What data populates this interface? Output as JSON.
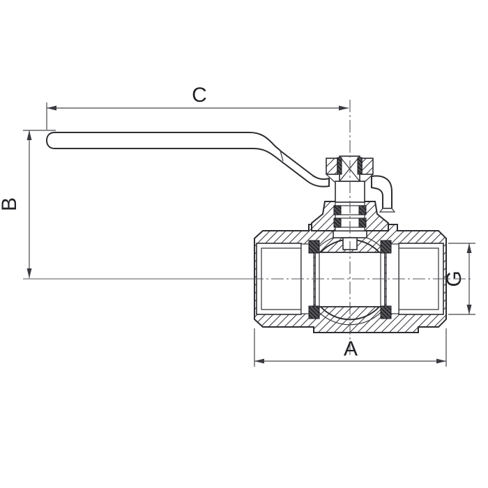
{
  "drawing": {
    "type": "ball-valve-cross-section-technical-drawing",
    "dimensions": {
      "a": "A",
      "b": "B",
      "c": "C",
      "g": "G"
    },
    "colors": {
      "background": "#ffffff",
      "outline": "#2c2c31",
      "hatch": "#3d3d44",
      "dimension_line": "#46464c",
      "label": "#212126"
    }
  }
}
